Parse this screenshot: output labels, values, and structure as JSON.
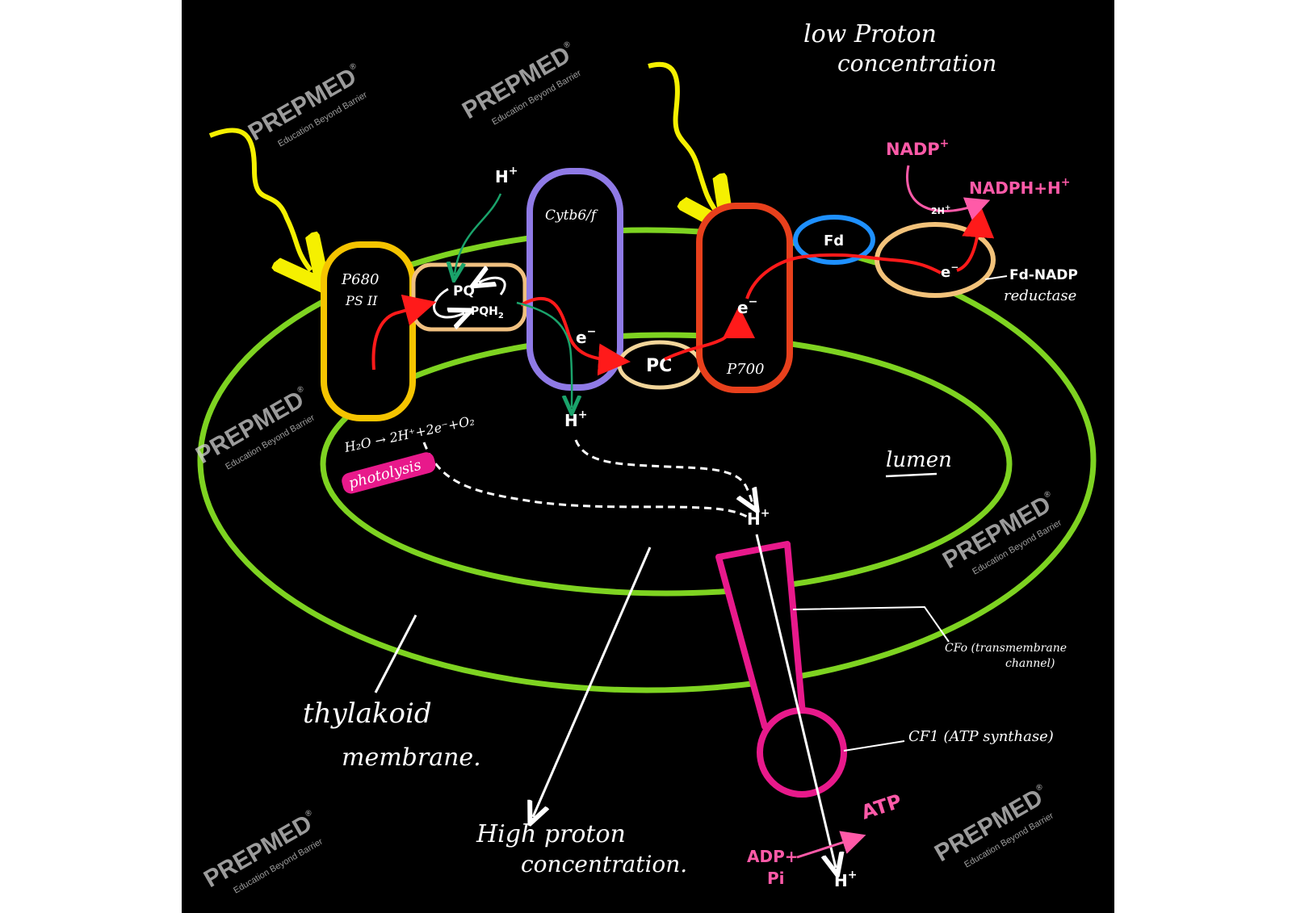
{
  "labels": {
    "low_proton": [
      "low Proton",
      "concentration"
    ],
    "high_proton": [
      "High proton",
      "concentration."
    ],
    "thylakoid": [
      "thylakoid",
      "membrane."
    ],
    "lumen": "lumen",
    "ps2": [
      "P680",
      "PS II"
    ],
    "pq": "PQ",
    "pqh2": "PQH",
    "pqh2_sub": "2",
    "cytb6f": "Cytb6/f",
    "pc": "PC",
    "p700": "P700",
    "fd": "Fd",
    "nadp_plus": "NADP",
    "nadph": "NADPH+H",
    "two_h": "2H",
    "fnr": [
      "Fd-NADP",
      "reductase"
    ],
    "e_minus": "e",
    "h_plus": "H",
    "photolysis_eq": "H₂O → 2H⁺+2e⁻+O₂",
    "photolysis": "photolysis",
    "cfo": [
      "CFo (transmembrane",
      "channel)"
    ],
    "cf1": "CF1 (ATP synthase)",
    "adp": "ADP+",
    "pi": "Pi",
    "atp": "ATP",
    "plus": "+",
    "minus": "−"
  },
  "watermark": {
    "brand": "PREPMED",
    "reg": "®",
    "tagline": "Education Beyond Barrier"
  },
  "colors": {
    "background": "#000000",
    "membrane": "#7ed321",
    "light": "#f5f000",
    "ps2": "#f5c400",
    "pq_box": "#f0c080",
    "cytb6f": "#8f7ae6",
    "pc": "#f2d59a",
    "p700": "#e8401c",
    "fd": "#1e90ff",
    "fnr": "#f2c27a",
    "electron_path": "#ff1a1a",
    "proton_path": "#1aa36b",
    "atp_synthase": "#e8198b",
    "pink_text": "#ff5aa8"
  }
}
